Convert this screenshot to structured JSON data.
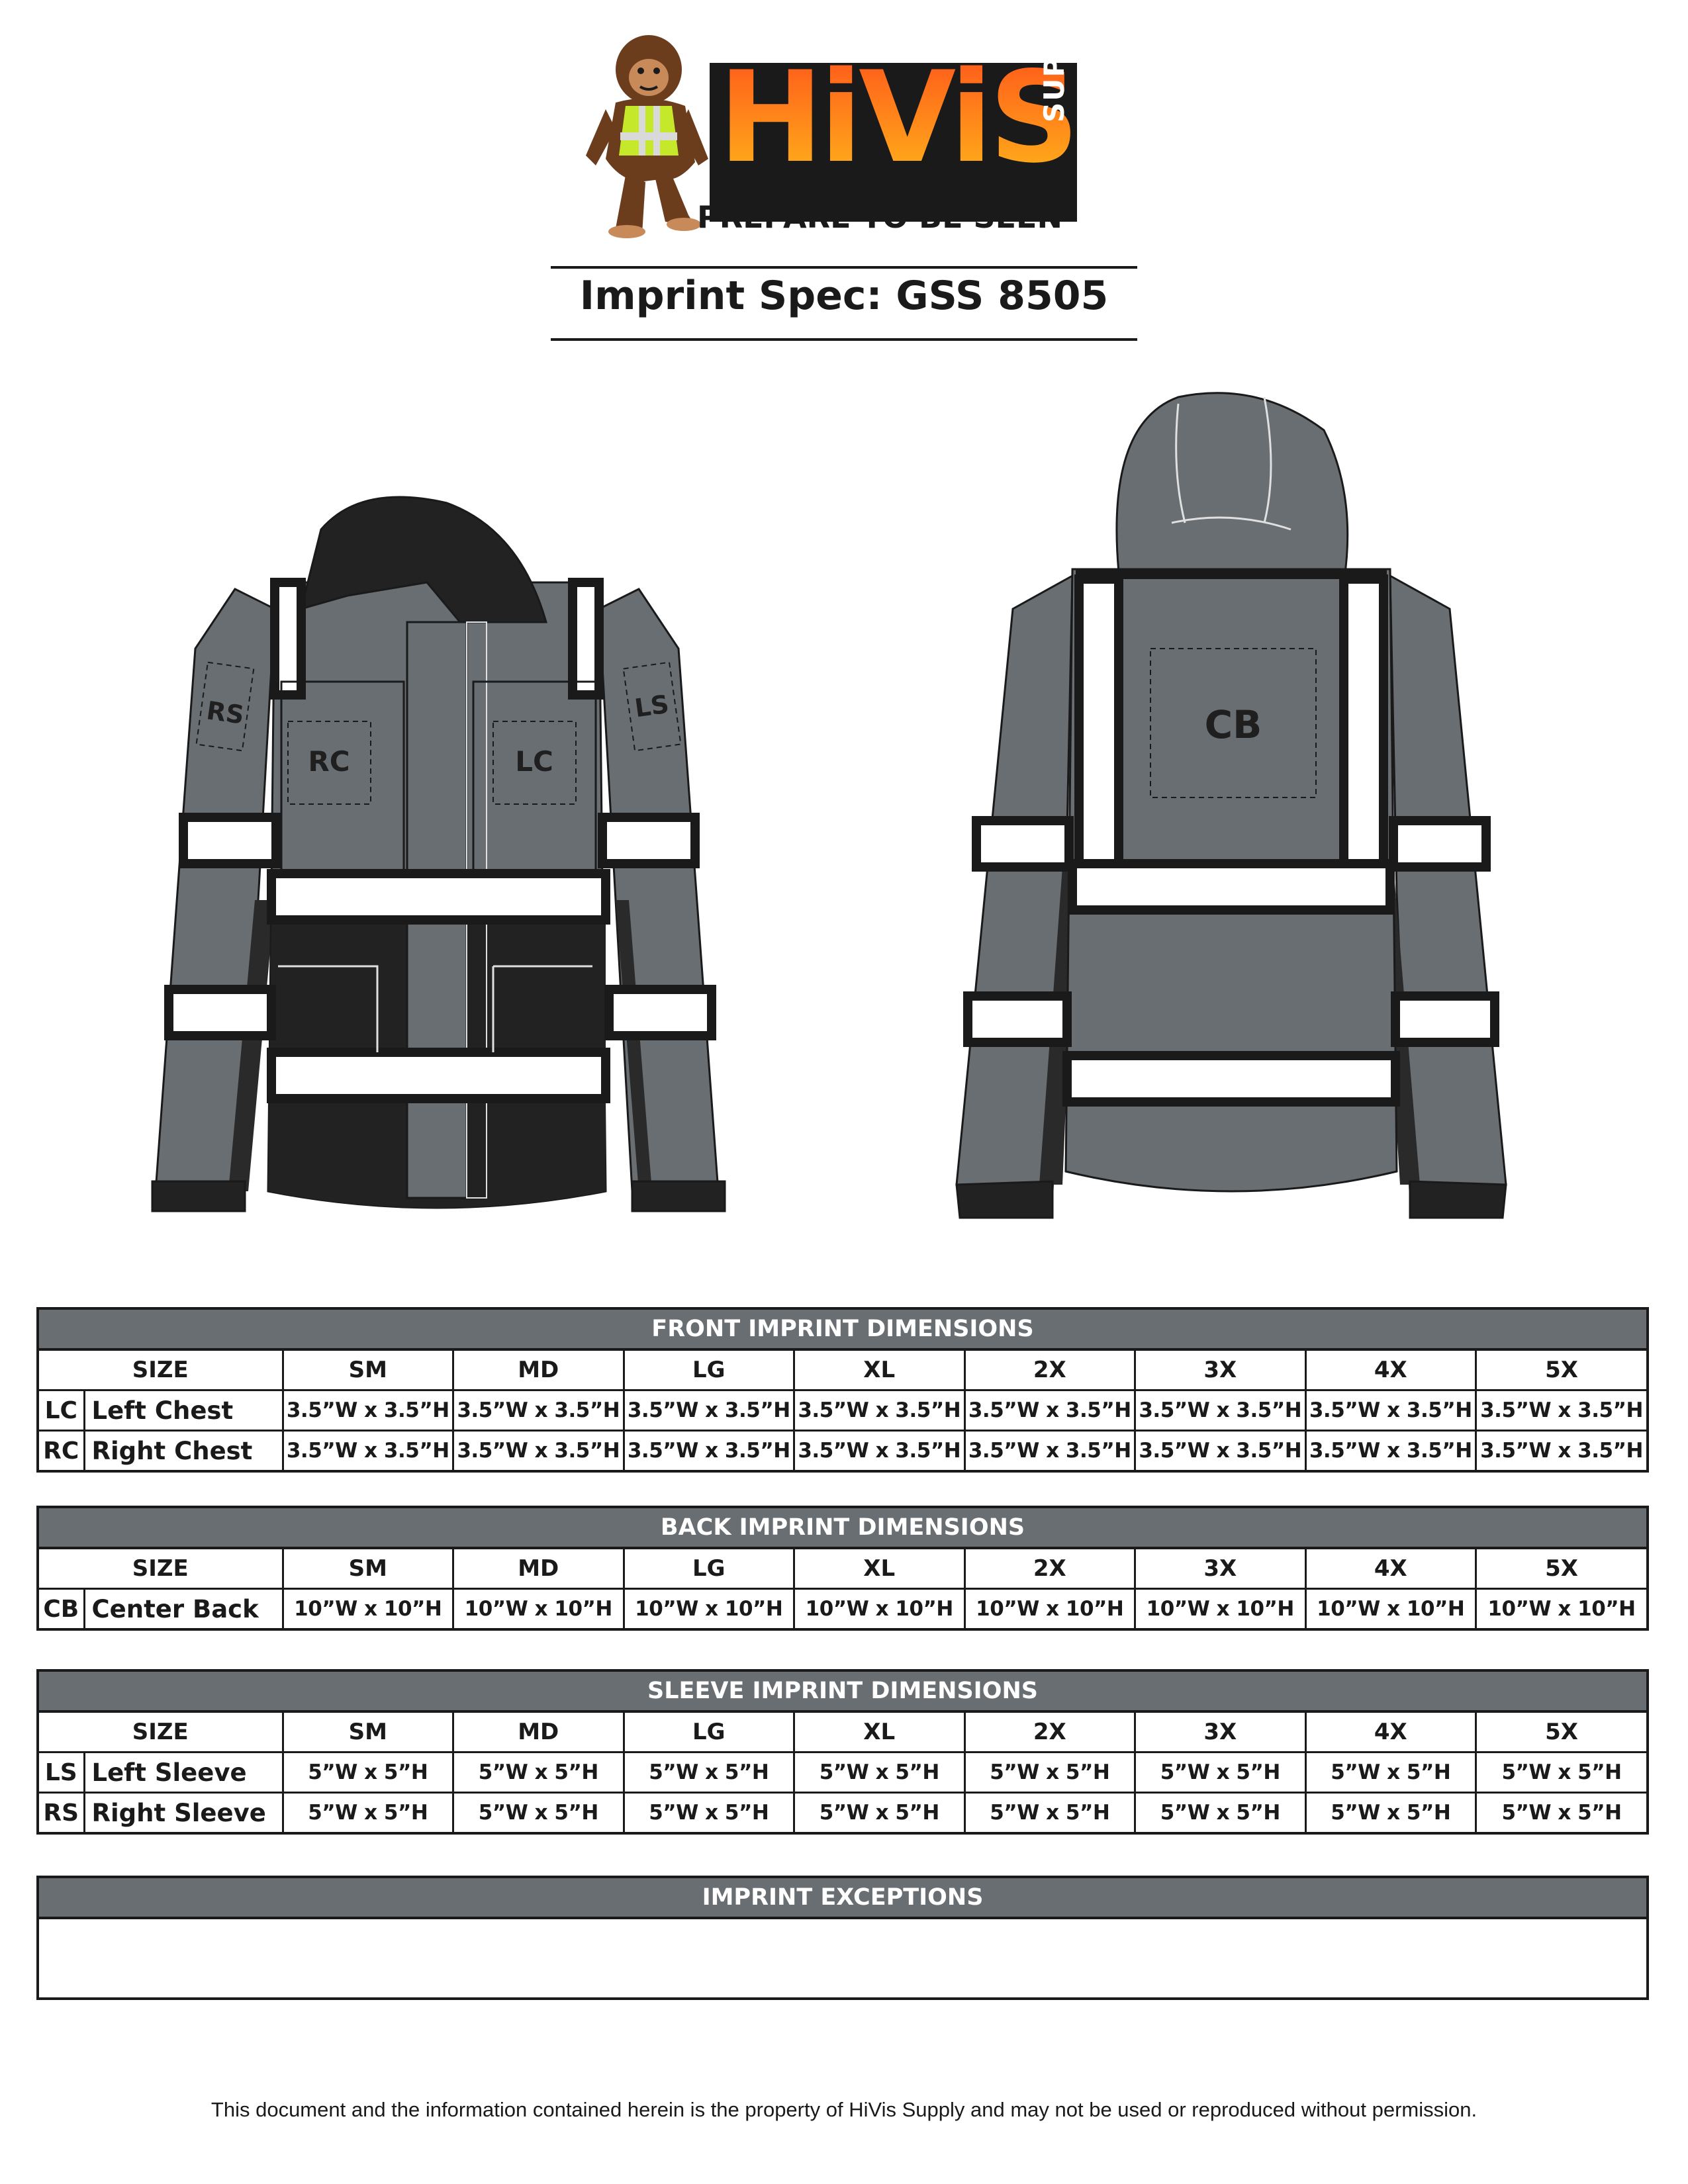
{
  "logo": {
    "brand": "HiViS",
    "sub": "SUPPLY",
    "tagline": "PREPARE TO BE SEEN",
    "mascot_icon": "bigfoot-mascot-icon"
  },
  "title": "Imprint Spec: GSS 8505",
  "colors": {
    "header_bg": "#686e72",
    "jacket_gray": "#686e72",
    "jacket_black": "#1f1f1f",
    "brand_orange": "#ff6a1a"
  },
  "diagrams": {
    "front_labels": [
      "RS",
      "RC",
      "LC",
      "LS"
    ],
    "back_labels": [
      "CB"
    ]
  },
  "size_header": [
    "SIZE",
    "SM",
    "MD",
    "LG",
    "XL",
    "2X",
    "3X",
    "4X",
    "5X"
  ],
  "front": {
    "heading": "FRONT IMPRINT DIMENSIONS",
    "rows": [
      {
        "code": "LC",
        "name": "Left Chest",
        "values": [
          "3.5”W x 3.5”H",
          "3.5”W x 3.5”H",
          "3.5”W x 3.5”H",
          "3.5”W x 3.5”H",
          "3.5”W x 3.5”H",
          "3.5”W x 3.5”H",
          "3.5”W x 3.5”H",
          "3.5”W x 3.5”H"
        ]
      },
      {
        "code": "RC",
        "name": "Right Chest",
        "values": [
          "3.5”W x 3.5”H",
          "3.5”W x 3.5”H",
          "3.5”W x 3.5”H",
          "3.5”W x 3.5”H",
          "3.5”W x 3.5”H",
          "3.5”W x 3.5”H",
          "3.5”W x 3.5”H",
          "3.5”W x 3.5”H"
        ]
      }
    ]
  },
  "back": {
    "heading": "BACK IMPRINT DIMENSIONS",
    "rows": [
      {
        "code": "CB",
        "name": "Center Back",
        "values": [
          "10”W x 10”H",
          "10”W x 10”H",
          "10”W x 10”H",
          "10”W x 10”H",
          "10”W x 10”H",
          "10”W x 10”H",
          "10”W x 10”H",
          "10”W x 10”H"
        ]
      }
    ]
  },
  "sleeve": {
    "heading": "SLEEVE IMPRINT DIMENSIONS",
    "rows": [
      {
        "code": "LS",
        "name": "Left Sleeve",
        "values": [
          "5”W x 5”H",
          "5”W x 5”H",
          "5”W x 5”H",
          "5”W x 5”H",
          "5”W x 5”H",
          "5”W x 5”H",
          "5”W x 5”H",
          "5”W x 5”H"
        ]
      },
      {
        "code": "RS",
        "name": "Right Sleeve",
        "values": [
          "5”W x 5”H",
          "5”W x 5”H",
          "5”W x 5”H",
          "5”W x 5”H",
          "5”W x 5”H",
          "5”W x 5”H",
          "5”W x 5”H",
          "5”W x 5”H"
        ]
      }
    ]
  },
  "exceptions": {
    "heading": "IMPRINT EXCEPTIONS",
    "text": ""
  },
  "footer": "This document and the information contained herein is the property of HiVis Supply and may not be used or reproduced without permission."
}
